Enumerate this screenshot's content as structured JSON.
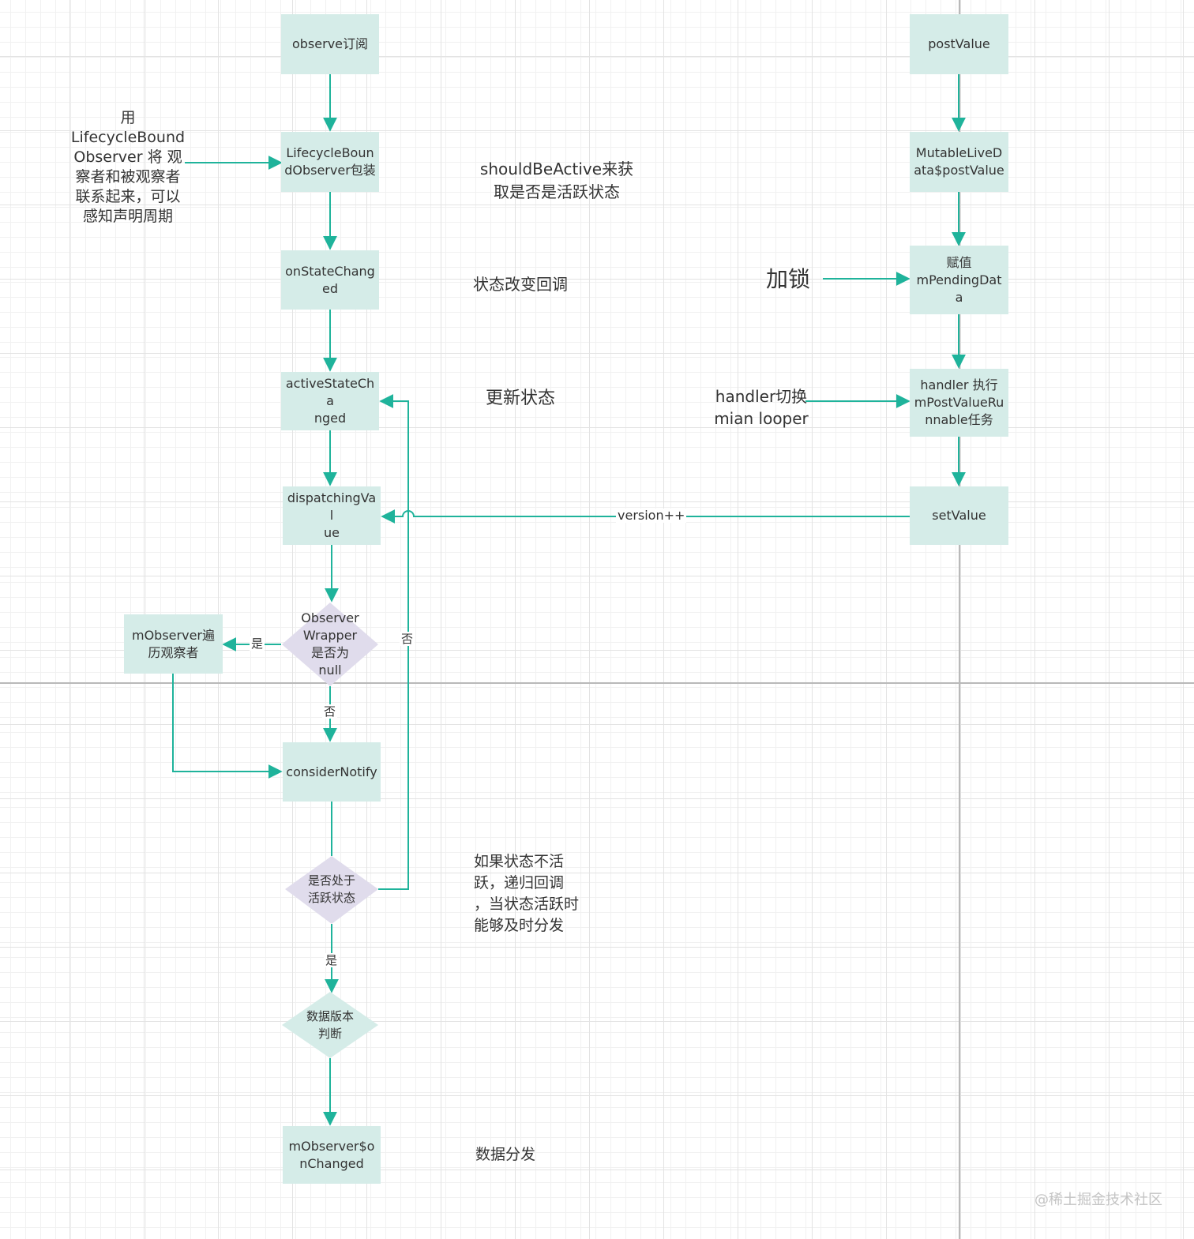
{
  "colors": {
    "connector": "#1fb39b",
    "process_fill": "#d5ece8",
    "decision_fill": "#e0dcec",
    "version_decision_fill": "#d5ece8"
  },
  "nodes": {
    "observe": "observe订阅",
    "lifecycle_wrap": "LifecycleBoun\ndObserver包装",
    "on_state_changed": "onStateChang\ned",
    "active_state_changed": "activeStateCha\nnged",
    "dispatching_value": "dispatchingVal\nue",
    "observer_wrapper_null": "Observer\nWrapper\n是否为\nnull",
    "m_observer_traverse": "mObserver遍\n历观察者",
    "consider_notify": "considerNotify",
    "is_active": "是否处于\n活跃状态",
    "version_check": "数据版本\n判断",
    "m_observer_on_changed": "mObserver$o\nnChanged",
    "post_value": "postValue",
    "mutable_post_value": "MutableLiveD\nata$postValue",
    "assign_pending": "赋值\nmPendingDat\na",
    "handler_runnable": "handler 执行\nmPostValueRu\nnnable任务",
    "set_value": "setValue"
  },
  "notes": {
    "lifecycle_bound": "用\nLifecycleBound\nObserver 将 观\n察者和被观察者\n联系起来，可以\n感知声明周期",
    "should_be_active": "shouldBeActive来获\n取是否是活跃状态",
    "state_callback": "状态改变回调",
    "update_state": "更新状态",
    "lock": "加锁",
    "handler_switch": "handler切换\nmian looper",
    "recursive_callback": "如果状态不活\n跃，递归回调\n，当状态活跃时\n能够及时分发",
    "data_dispatch": "数据分发"
  },
  "edge_labels": {
    "yes_left": "是",
    "no_down": "否",
    "no_loop": "否",
    "yes_down": "是",
    "version_increment": "version++"
  },
  "watermark": "@稀土掘金技术社区"
}
